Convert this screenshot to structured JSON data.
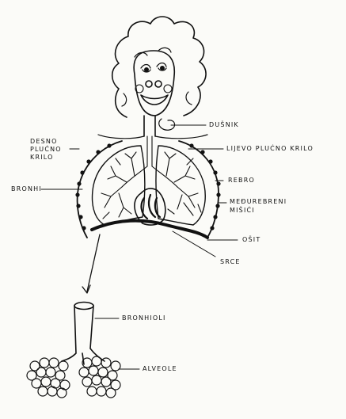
{
  "labels": {
    "desno_line1": "DESNO",
    "desno_line2": "PLUĆNO",
    "desno_line3": "KRILO",
    "dusnik": "DUŠNIK",
    "lijevo": "LIJEVO PLUĆNO KRILO",
    "rebro": "REBRO",
    "bronhi": "BRONHI",
    "medurebreni_line1": "MEĐUREBRENI",
    "medurebreni_line2": "MIŠIĆI",
    "osit": "OŠIT",
    "srce": "SRCE",
    "bronhioli": "BRONHIOLI",
    "alveole": "ALVEOLE"
  }
}
